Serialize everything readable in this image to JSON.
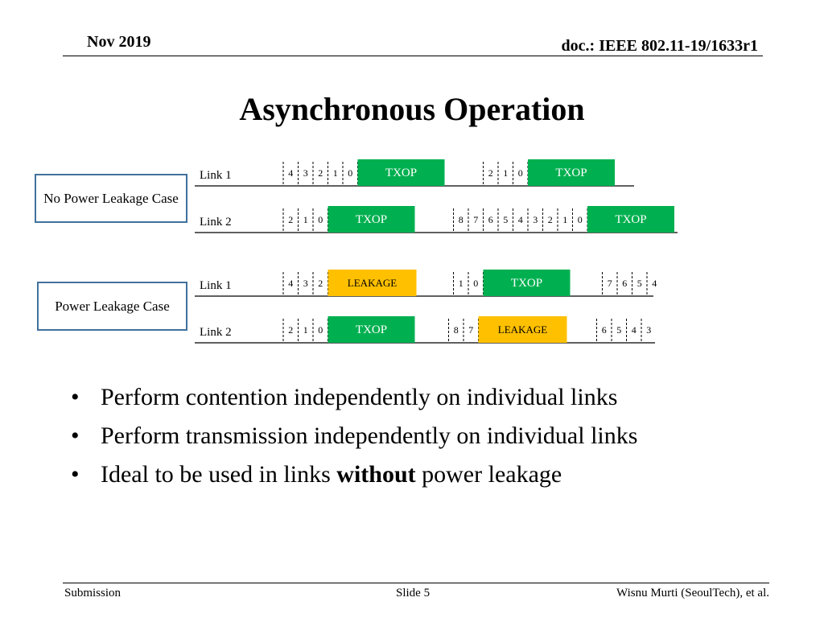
{
  "header": {
    "date": "Nov 2019",
    "doc": "doc.: IEEE 802.11-19/1633r1"
  },
  "title": "Asynchronous Operation",
  "cases": [
    {
      "label": "No Power Leakage Case",
      "links": [
        {
          "label": "Link 1",
          "items": [
            {
              "kind": "slot",
              "text": "4"
            },
            {
              "kind": "slot",
              "text": "3"
            },
            {
              "kind": "slot",
              "text": "2"
            },
            {
              "kind": "slot",
              "text": "1"
            },
            {
              "kind": "slot",
              "text": "0"
            },
            {
              "kind": "txop",
              "text": "TXOP"
            },
            {
              "kind": "gap"
            },
            {
              "kind": "slot",
              "text": "2"
            },
            {
              "kind": "slot",
              "text": "1"
            },
            {
              "kind": "slot",
              "text": "0"
            },
            {
              "kind": "txop",
              "text": "TXOP"
            }
          ]
        },
        {
          "label": "Link 2",
          "items": [
            {
              "kind": "slot",
              "text": "2"
            },
            {
              "kind": "slot",
              "text": "1"
            },
            {
              "kind": "slot",
              "text": "0"
            },
            {
              "kind": "txop",
              "text": "TXOP"
            },
            {
              "kind": "gap"
            },
            {
              "kind": "slot",
              "text": "8"
            },
            {
              "kind": "slot",
              "text": "7"
            },
            {
              "kind": "slot",
              "text": "6"
            },
            {
              "kind": "slot",
              "text": "5"
            },
            {
              "kind": "slot",
              "text": "4"
            },
            {
              "kind": "slot",
              "text": "3"
            },
            {
              "kind": "slot",
              "text": "2"
            },
            {
              "kind": "slot",
              "text": "1"
            },
            {
              "kind": "slot",
              "text": "0"
            },
            {
              "kind": "txop",
              "text": "TXOP"
            }
          ]
        }
      ]
    },
    {
      "label": "Power Leakage Case",
      "links": [
        {
          "label": "Link 1",
          "items": [
            {
              "kind": "slot",
              "text": "4"
            },
            {
              "kind": "slot",
              "text": "3"
            },
            {
              "kind": "slot",
              "text": "2"
            },
            {
              "kind": "leakage",
              "text": "LEAKAGE"
            },
            {
              "kind": "gap"
            },
            {
              "kind": "slot",
              "text": "1"
            },
            {
              "kind": "slot",
              "text": "0"
            },
            {
              "kind": "txop",
              "text": "TXOP"
            },
            {
              "kind": "gap"
            },
            {
              "kind": "slot",
              "text": "7"
            },
            {
              "kind": "slot",
              "text": "6"
            },
            {
              "kind": "slot",
              "text": "5"
            },
            {
              "kind": "slot",
              "text": "4"
            }
          ]
        },
        {
          "label": "Link 2",
          "items": [
            {
              "kind": "slot",
              "text": "2"
            },
            {
              "kind": "slot",
              "text": "1"
            },
            {
              "kind": "slot",
              "text": "0"
            },
            {
              "kind": "txop",
              "text": "TXOP"
            },
            {
              "kind": "gap"
            },
            {
              "kind": "slot",
              "text": "8"
            },
            {
              "kind": "slot",
              "text": "7"
            },
            {
              "kind": "leakage",
              "text": "LEAKAGE"
            },
            {
              "kind": "gap"
            },
            {
              "kind": "slot",
              "text": "6"
            },
            {
              "kind": "slot",
              "text": "5"
            },
            {
              "kind": "slot",
              "text": "4"
            },
            {
              "kind": "slot",
              "text": "3"
            }
          ]
        }
      ]
    }
  ],
  "colors": {
    "txop": "#00b050",
    "leakage": "#ffc000",
    "box_border": "#41719c"
  },
  "bullets": [
    {
      "parts": [
        {
          "text": "Perform contention independently on individual links",
          "bold": false
        }
      ]
    },
    {
      "parts": [
        {
          "text": "Perform transmission independently on individual links",
          "bold": false
        }
      ]
    },
    {
      "parts": [
        {
          "text": "Ideal to be used in links ",
          "bold": false
        },
        {
          "text": "without",
          "bold": true
        },
        {
          "text": " power leakage",
          "bold": false
        }
      ]
    }
  ],
  "footer": {
    "left": "Submission",
    "center": "Slide 5",
    "right": "Wisnu Murti (SeoulTech), et al."
  }
}
